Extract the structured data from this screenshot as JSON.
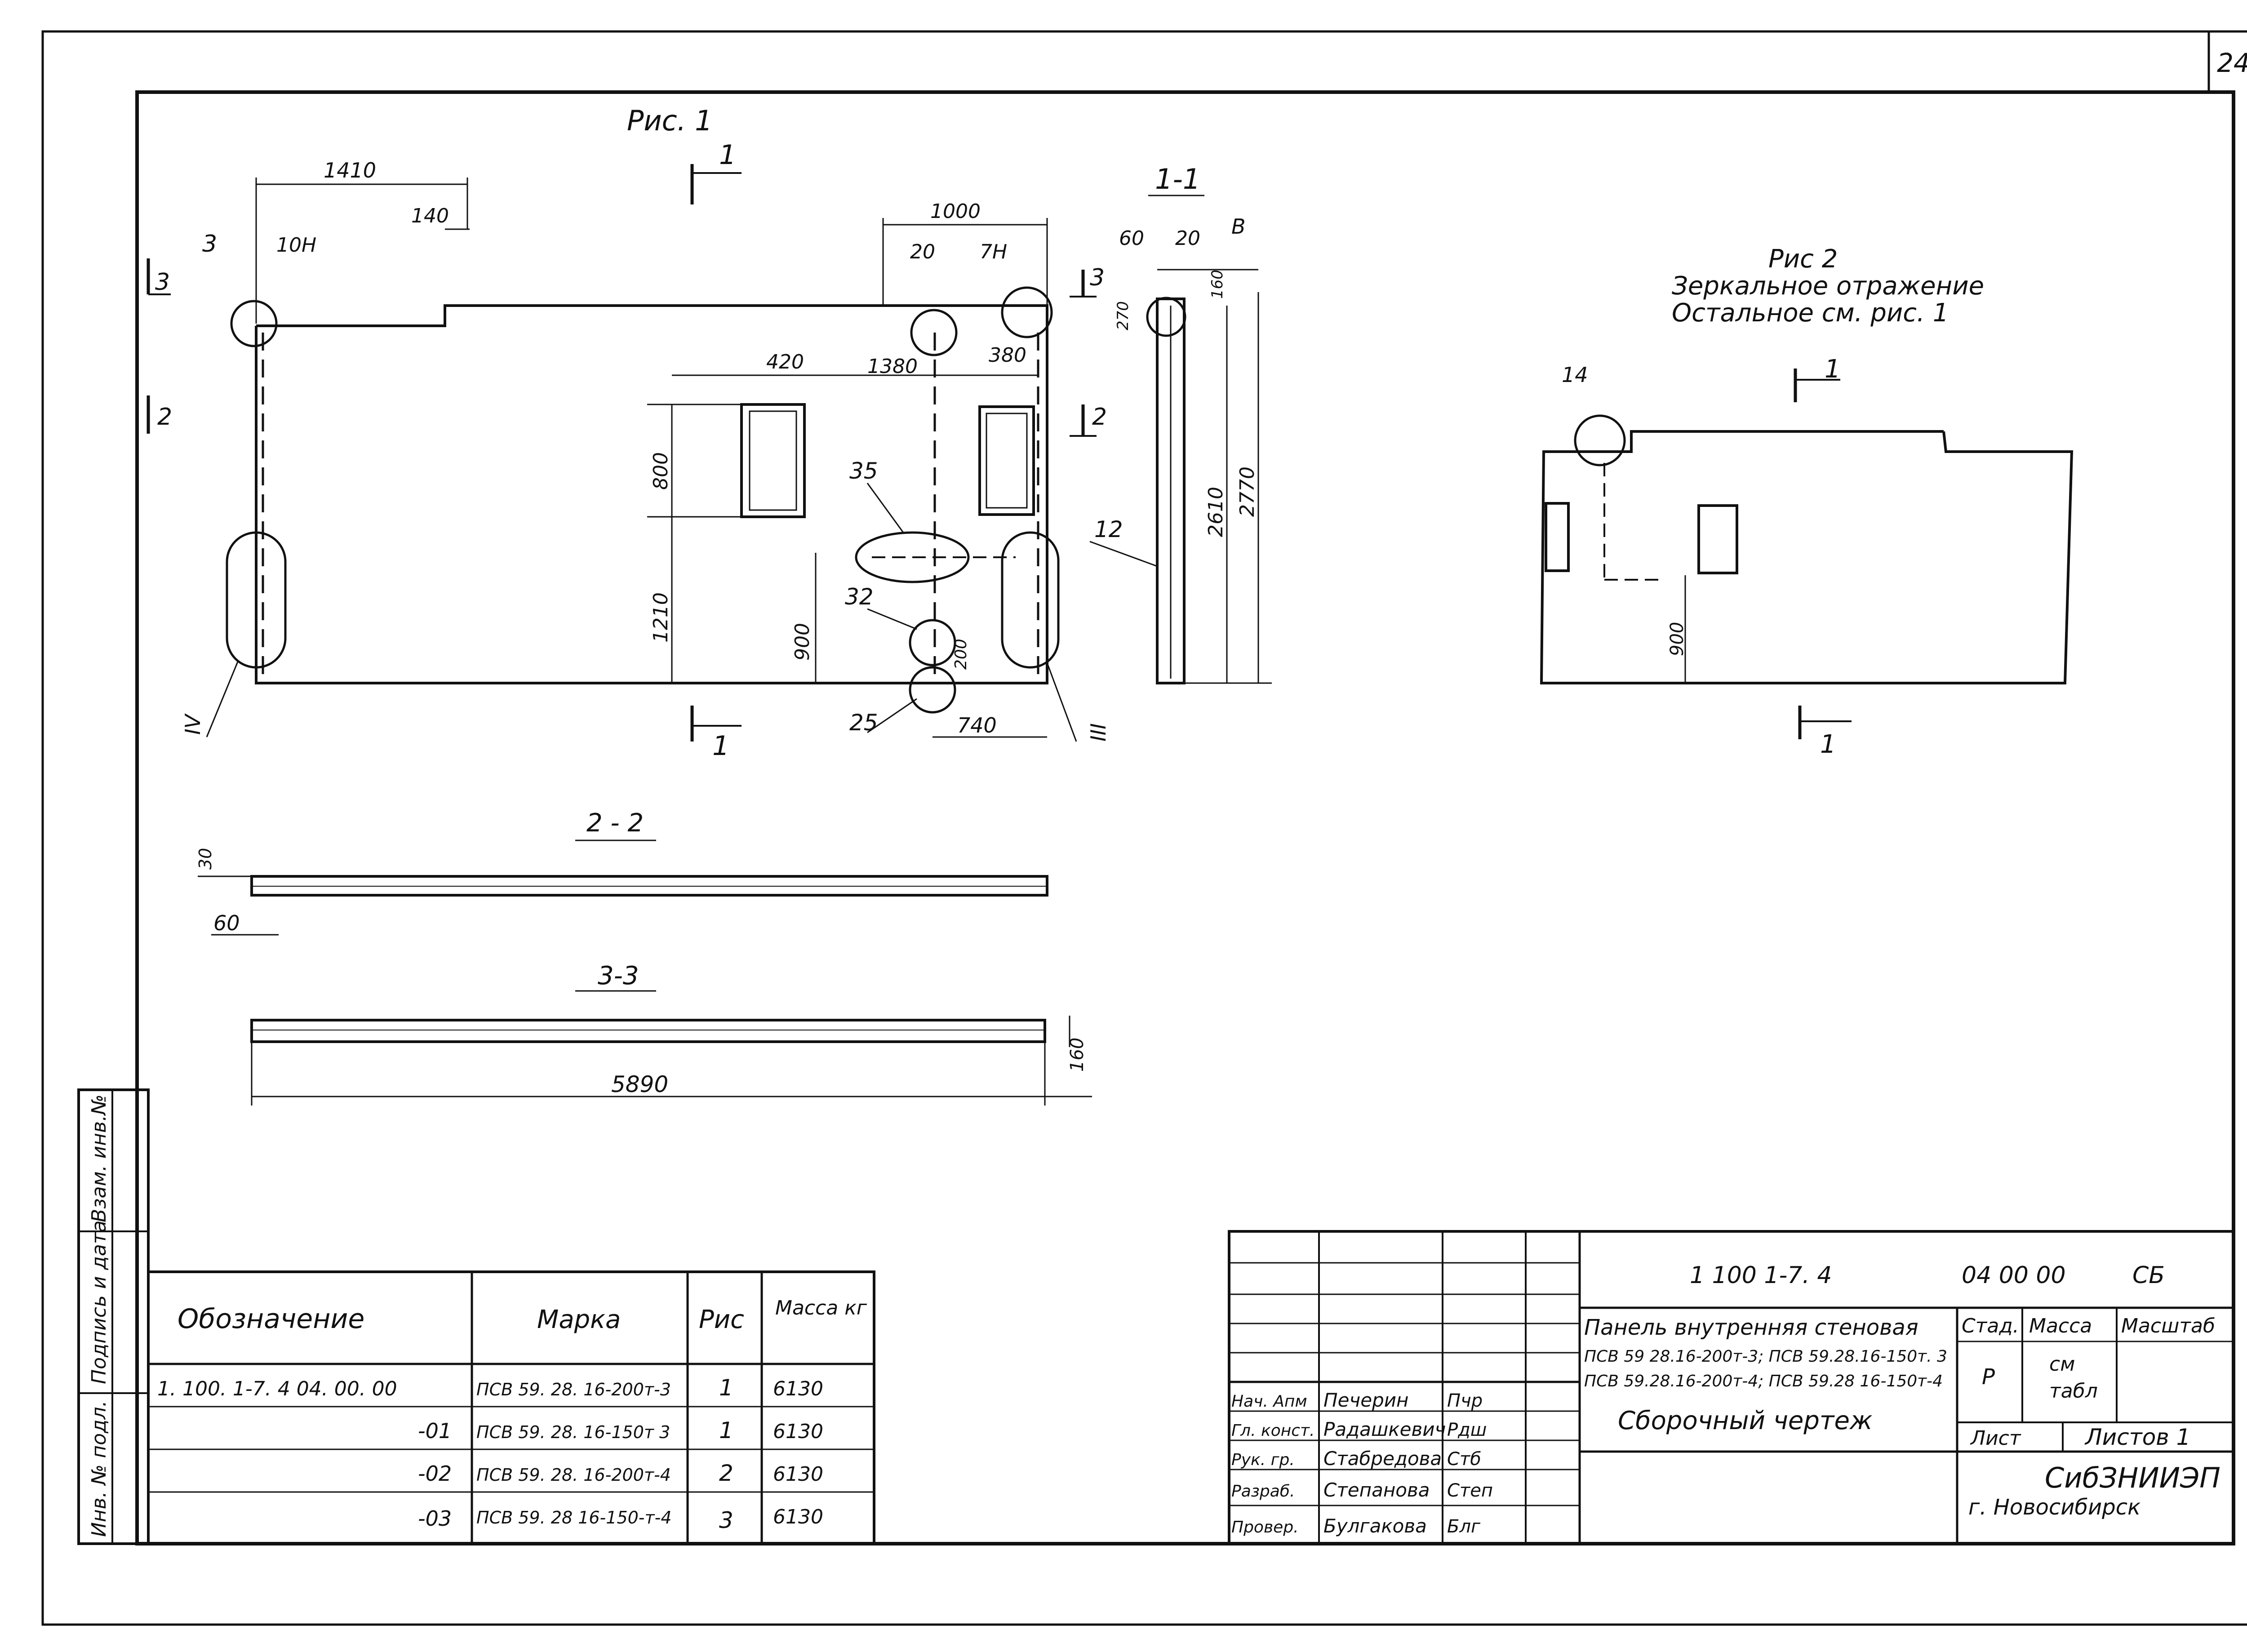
{
  "sheet_number": "24",
  "fig1": {
    "title": "Рис. 1",
    "dims": {
      "d1410": "1410",
      "d140": "140",
      "d1000": "1000",
      "d20": "20",
      "d7H": "7Н",
      "d10H": "10Н",
      "d420": "420",
      "d1380": "1380",
      "d380": "380",
      "d800": "800",
      "d1210": "1210",
      "d900": "900",
      "d200": "200",
      "d740": "740"
    },
    "callouts": {
      "c3": "3",
      "c35": "35",
      "c32": "32",
      "c25": "25",
      "cIV": "IV",
      "cIII": "III"
    },
    "section_marks": {
      "s1_top": "1",
      "s1_bottom": "1",
      "s3": "3",
      "s2_left": "2",
      "s3_right": "3",
      "s2_right": "2"
    }
  },
  "section_1_1": {
    "title": "1-1",
    "dims": {
      "d60": "60",
      "d20": "20",
      "dB": "В",
      "d160": "160",
      "d270": "270",
      "d2610": "2610",
      "d2770": "2770",
      "d12": "12"
    }
  },
  "fig2": {
    "title": "Рис 2",
    "subtitle1": "Зеркальное отражение",
    "subtitle2": "Остальное см. рис. 1",
    "dims": {
      "c14": "14",
      "d900": "900",
      "s1_top": "1",
      "s1_bottom": "1"
    }
  },
  "section_2_2": {
    "title": "2 - 2",
    "dims": {
      "d30": "30",
      "d60": "60"
    }
  },
  "section_3_3": {
    "title": "3-3",
    "dims": {
      "d5890": "5890",
      "d160": "160"
    }
  },
  "side_stamp": {
    "labels": [
      "Взам. инв.№",
      "Подпись и дата",
      "Инв. № подл."
    ]
  },
  "spec_table": {
    "headers": [
      "Обозначение",
      "Марка",
      "Рис",
      "Масса кг"
    ],
    "rows": [
      {
        "designation": "1. 100. 1-7. 4     04. 00. 00",
        "mark": "ПСВ 59. 28. 16-200т-3",
        "fig": "1",
        "mass": "6130"
      },
      {
        "designation": "-01",
        "mark": "ПСВ 59. 28. 16-150т 3",
        "fig": "1",
        "mass": "6130"
      },
      {
        "designation": "-02",
        "mark": "ПСВ 59. 28. 16-200т-4",
        "fig": "2",
        "mass": "6130"
      },
      {
        "designation": "-03",
        "mark": "ПСВ 59. 28 16-150-т-4",
        "fig": "3",
        "mass": "6130"
      }
    ]
  },
  "title_block": {
    "doc_code": "1 100 1-7. 4",
    "doc_number": "04 00 00",
    "doc_suffix": "СБ",
    "name_line1": "Панель внутренняя стеновая",
    "name_line2": "ПСВ 59 28.16-200т-3; ПСВ 59.28.16-150т. 3",
    "name_line3": "ПСВ 59.28.16-200т-4; ПСВ 59.28 16-150т-4",
    "name_line4": "Сборочный чертеж",
    "col_stage": "Стад.",
    "col_mass": "Масса",
    "col_scale": "Масштаб",
    "stage_value": "Р",
    "mass_value_1": "см",
    "mass_value_2": "табл",
    "sheet_label": "Лист",
    "sheets_label": "Листов 1",
    "org_1": "СибЗНИИЭП",
    "org_2": "г. Новосибирск",
    "staff": [
      {
        "role": "Нач. Апм",
        "name": "Печерин",
        "sign": "Пчр"
      },
      {
        "role": "Гл. конст.",
        "name": "Радашкевич",
        "sign": "Рдш"
      },
      {
        "role": "Рук. гр.",
        "name": "Стабредова",
        "sign": "Стб"
      },
      {
        "role": "Разраб.",
        "name": "Степанова",
        "sign": "Степ"
      },
      {
        "role": "Провер.",
        "name": "Булгакова",
        "sign": "Блг"
      }
    ]
  }
}
